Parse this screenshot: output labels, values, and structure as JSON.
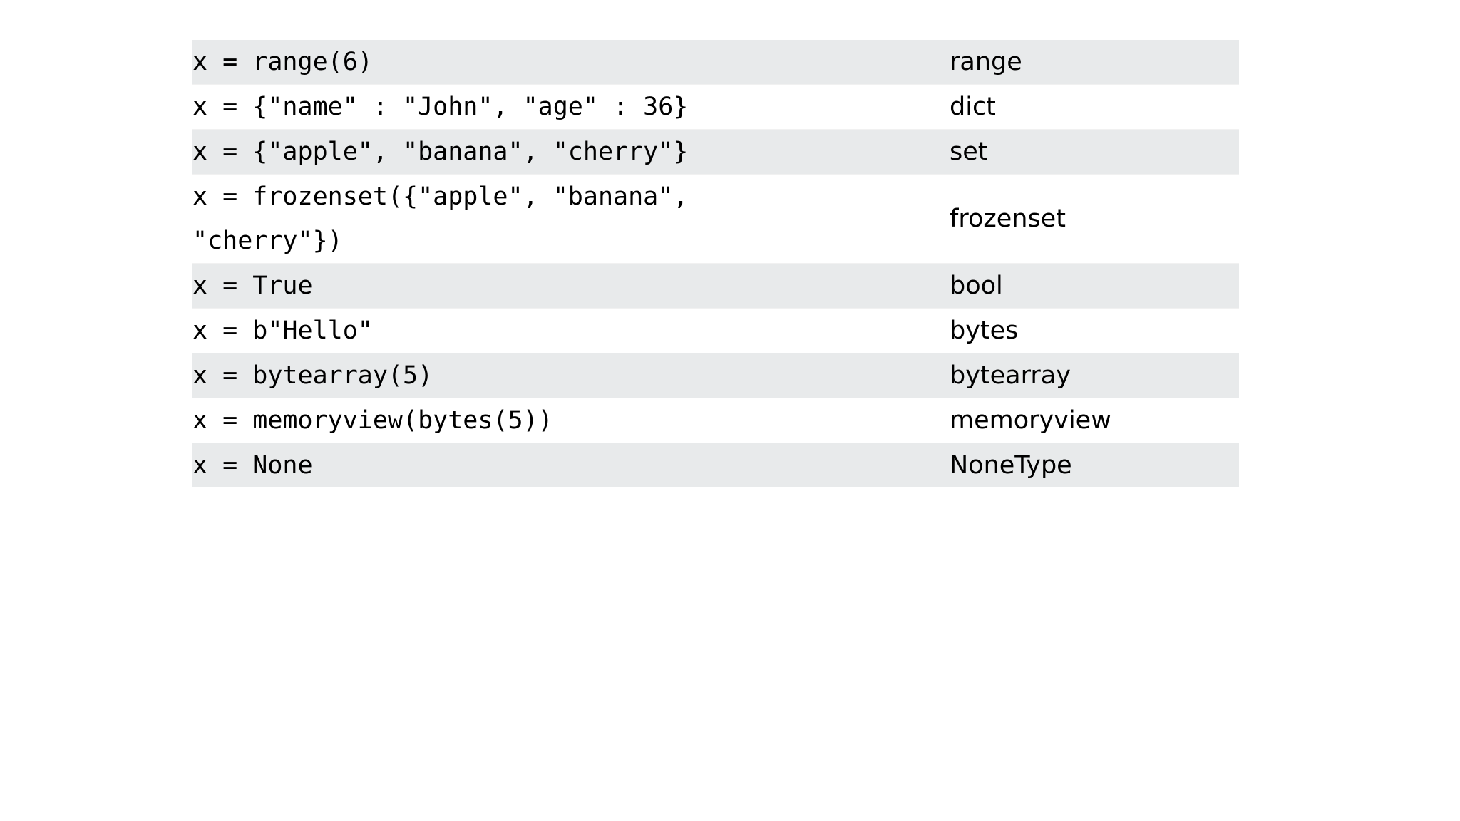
{
  "page": {
    "background_color": "#ffffff",
    "zebra_row_color": "#e8eaeb",
    "text_color": "#000000",
    "row_divider_color": "#f1f1f1"
  },
  "table": {
    "name": "python-data-types-example-table",
    "rows": [
      {
        "example": "x = range(6)",
        "example_lines": [
          "x = range(6)"
        ],
        "type": "range",
        "shaded": true
      },
      {
        "example": "x = {\"name\" : \"John\", \"age\" : 36}",
        "example_lines": [
          "x = {\"name\" : \"John\", \"age\" : 36}"
        ],
        "type": "dict",
        "shaded": false
      },
      {
        "example": "x = {\"apple\", \"banana\", \"cherry\"}",
        "example_lines": [
          "x = {\"apple\", \"banana\", \"cherry\"}"
        ],
        "type": "set",
        "shaded": true
      },
      {
        "example": "x = frozenset({\"apple\", \"banana\", \"cherry\"})",
        "example_lines": [
          "x = frozenset({\"apple\", \"banana\",",
          "\"cherry\"})"
        ],
        "type": "frozenset",
        "shaded": false
      },
      {
        "example": "x = True",
        "example_lines": [
          "x = True"
        ],
        "type": "bool",
        "shaded": true
      },
      {
        "example": "x = b\"Hello\"",
        "example_lines": [
          "x = b\"Hello\""
        ],
        "type": "bytes",
        "shaded": false
      },
      {
        "example": "x = bytearray(5)",
        "example_lines": [
          "x = bytearray(5)"
        ],
        "type": "bytearray",
        "shaded": true
      },
      {
        "example": "x = memoryview(bytes(5))",
        "example_lines": [
          "x = memoryview(bytes(5))"
        ],
        "type": "memoryview",
        "shaded": false
      },
      {
        "example": "x = None",
        "example_lines": [
          "x = None"
        ],
        "type": "NoneType",
        "shaded": true
      }
    ]
  }
}
